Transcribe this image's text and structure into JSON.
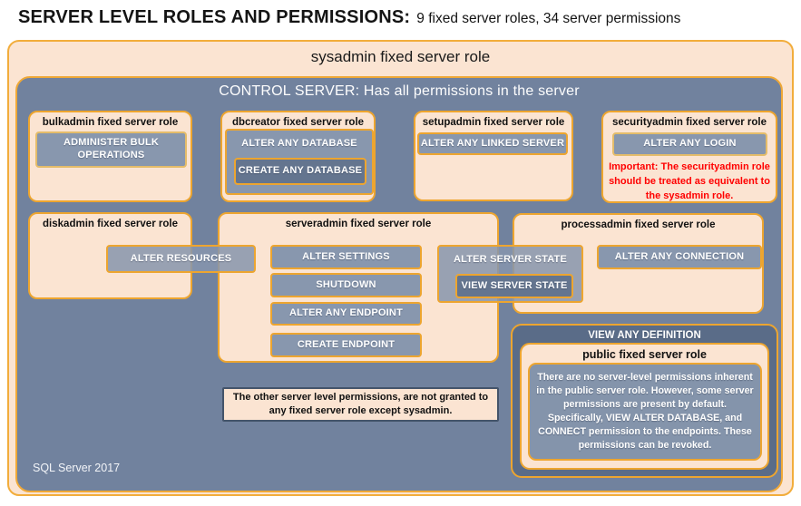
{
  "header": {
    "title": "SERVER LEVEL ROLES AND PERMISSIONS:",
    "subtitle": "9 fixed server roles, 34 server permissions"
  },
  "sysadmin_box": {
    "label": "sysadmin fixed server role"
  },
  "control_server_box": {
    "label": "CONTROL SERVER: Has all permissions in the server",
    "footer": "SQL Server 2017"
  },
  "roles": {
    "bulkadmin": {
      "title": "bulkadmin fixed server role",
      "permission": "ADMINISTER  BULK OPERATIONS"
    },
    "dbcreator": {
      "title": "dbcreator fixed server role",
      "permission": "ALTER ANY DATABASE",
      "nested_permission": "CREATE ANY DATABASE"
    },
    "setupadmin": {
      "title": "setupadmin fixed server role",
      "permission": "ALTER ANY LINKED SERVER"
    },
    "securityadmin": {
      "title": "securityadmin fixed server role",
      "permission": "ALTER ANY LOGIN",
      "warning": "Important: The securityadmin role should be treated as equivalent to the sysadmin role."
    },
    "diskadmin": {
      "title": "diskadmin fixed server role",
      "permission": "ALTER RESOURCES"
    },
    "serveradmin": {
      "title": "serveradmin fixed server role",
      "permissions": [
        "ALTER SETTINGS",
        "SHUTDOWN",
        "ALTER ANY ENDPOINT",
        "CREATE ENDPOINT"
      ],
      "shared_permission": "ALTER SERVER STATE",
      "shared_nested_permission": "VIEW SERVER STATE"
    },
    "processadmin": {
      "title": "processadmin fixed server role",
      "permission": "ALTER ANY CONNECTION"
    }
  },
  "other_permissions_note": "The other server level permissions, are not granted to any fixed server role except sysadmin.",
  "view_any_definition": {
    "label": "VIEW ANY DEFINITION",
    "public_role": {
      "title": "public fixed server role",
      "description": "There are no server-level permissions inherent in the public server role. However, some server permissions are present by default. Specifically, VIEW ALTER DATABASE, and CONNECT permission to the endpoints. These permissions can be revoked."
    }
  },
  "colors": {
    "gold_border": "#EDA52F",
    "peach_fill": "#FBE4D2",
    "slate_background": "#71829E",
    "permission_fill": "#8897AE",
    "nested_permission_fill": "#64758F",
    "definition_panel_fill": "#5A6C88",
    "warning_text": "#FF0000"
  }
}
